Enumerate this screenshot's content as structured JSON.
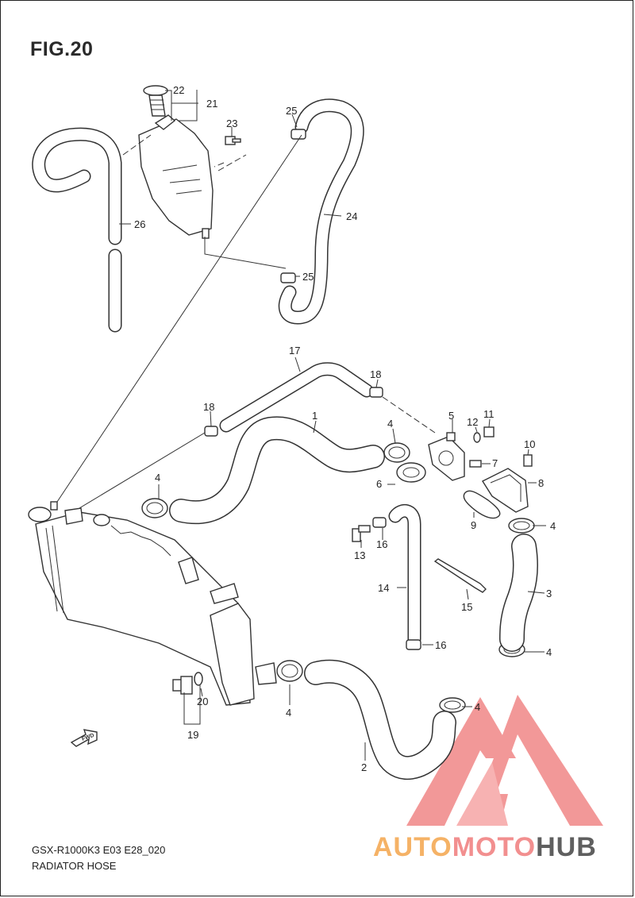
{
  "figure": {
    "title": "FIG.20",
    "model_code": "GSX-R1000K3 E03 E28_020",
    "caption": "RADIATOR HOSE"
  },
  "callouts": [
    {
      "id": "c1",
      "text": "1"
    },
    {
      "id": "c2",
      "text": "2"
    },
    {
      "id": "c3",
      "text": "3"
    },
    {
      "id": "c4a",
      "text": "4"
    },
    {
      "id": "c4b",
      "text": "4"
    },
    {
      "id": "c4c",
      "text": "4"
    },
    {
      "id": "c4d",
      "text": "4"
    },
    {
      "id": "c4e",
      "text": "4"
    },
    {
      "id": "c4f",
      "text": "4"
    },
    {
      "id": "c5",
      "text": "5"
    },
    {
      "id": "c6",
      "text": "6"
    },
    {
      "id": "c7",
      "text": "7"
    },
    {
      "id": "c8",
      "text": "8"
    },
    {
      "id": "c9",
      "text": "9"
    },
    {
      "id": "c10",
      "text": "10"
    },
    {
      "id": "c11",
      "text": "11"
    },
    {
      "id": "c12",
      "text": "12"
    },
    {
      "id": "c13",
      "text": "13"
    },
    {
      "id": "c14",
      "text": "14"
    },
    {
      "id": "c15",
      "text": "15"
    },
    {
      "id": "c16a",
      "text": "16"
    },
    {
      "id": "c16b",
      "text": "16"
    },
    {
      "id": "c17",
      "text": "17"
    },
    {
      "id": "c18a",
      "text": "18"
    },
    {
      "id": "c18b",
      "text": "18"
    },
    {
      "id": "c19",
      "text": "19"
    },
    {
      "id": "c20",
      "text": "20"
    },
    {
      "id": "c21",
      "text": "21"
    },
    {
      "id": "c22",
      "text": "22"
    },
    {
      "id": "c23",
      "text": "23"
    },
    {
      "id": "c24",
      "text": "24"
    },
    {
      "id": "c25a",
      "text": "25"
    },
    {
      "id": "c25b",
      "text": "25"
    },
    {
      "id": "c26",
      "text": "26"
    }
  ],
  "direction_marker": "FWD",
  "watermark": {
    "part1": "AUTO",
    "part2": "MOTO",
    "part3": "HUB",
    "colors": {
      "auto": "#f5b266",
      "moto": "#f28f8f",
      "hub": "#5f5f5f",
      "triangle": "#f07f7f"
    }
  }
}
